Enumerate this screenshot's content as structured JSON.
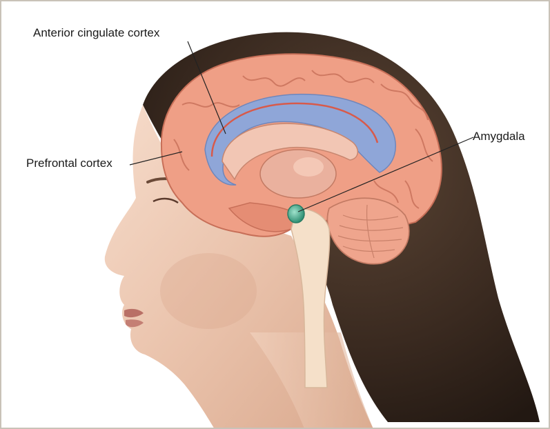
{
  "labels": {
    "anterior_cingulate_cortex": "Anterior cingulate cortex",
    "prefrontal_cortex": "Prefrontal cortex",
    "amygdala": "Amygdala"
  },
  "colors": {
    "frame_border": "#c9c2b8",
    "hair": "#3a2a20",
    "skin": "#eac3ac",
    "cortex": "#ef9f86",
    "cingulate_highlight": "#8fa6d8",
    "amygdala": "#3fae8e",
    "leader_line": "#222222"
  }
}
